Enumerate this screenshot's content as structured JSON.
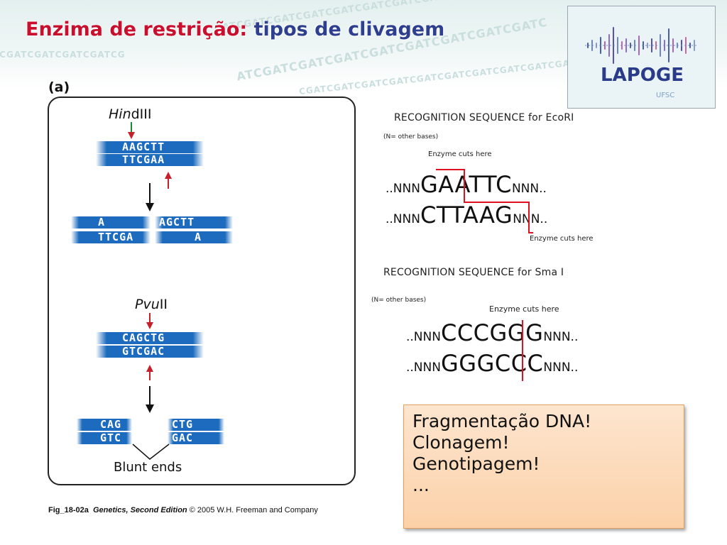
{
  "slide": {
    "title_part1": "Enzima de restrição:",
    "title_part2": "tipos de clivagem",
    "title_colors": {
      "part1": "#c8102e",
      "part2": "#2e3f8f"
    }
  },
  "logo": {
    "name": "LAPOGE",
    "subtitle": "UFSC"
  },
  "figure": {
    "panel_label": "(a)",
    "hindIII": {
      "name_italic": "Hin",
      "name_rest": "dIII",
      "top_strand": "AAGCTT",
      "bottom_strand": "TTCGAA",
      "frag_left_top": "A",
      "frag_left_bottom": "TTCGA",
      "frag_right_top": "AGCTT",
      "frag_right_bottom": "A"
    },
    "pvuII": {
      "name_italic": "Pvu",
      "name_rest": "II",
      "top_strand": "CAGCTG",
      "bottom_strand": "GTCGAC",
      "frag_left_top": "CAG",
      "frag_left_bottom": "GTC",
      "frag_right_top": "CTG",
      "frag_right_bottom": "GAC"
    },
    "blunt_label": "Blunt ends",
    "caption_id": "Fig_18-02a",
    "caption_book": "Genetics, Second Edition",
    "caption_rest": "© 2005 W.H. Freeman and Company"
  },
  "ecori": {
    "heading": "RECOGNITION SEQUENCE for EcoRI",
    "note": "(N= other bases)",
    "cut_label_top": "Enzyme cuts here",
    "cut_label_bottom": "Enzyme cuts here",
    "top_prefix": "..NNN",
    "top_seq": "GAATTC",
    "top_suffix": "NNN..",
    "bottom_prefix": "..NNN",
    "bottom_seq": "CTTAAG",
    "bottom_suffix": "NNN.."
  },
  "smai": {
    "heading": "RECOGNITION SEQUENCE for Sma I",
    "note": "(N= other bases)",
    "cut_label": "Enzyme cuts here",
    "top_prefix": "..NNN",
    "top_seq": "CCCGGG",
    "top_suffix": "NNN..",
    "bottom_prefix": "..NNN",
    "bottom_seq": "GGGCCC",
    "bottom_suffix": "NNN.."
  },
  "callout": {
    "lines": [
      "Fragmentação DNA!",
      "Clonagem!",
      "Genotipagem!",
      "..."
    ],
    "colors": {
      "fill_top": "#fde5cf",
      "fill_bottom": "#fcd1a8",
      "border": "#e0a060"
    }
  },
  "colors": {
    "dna_bar": "#1c6bbe",
    "cut_line": "#e01020",
    "arrow_red": "#c8202a",
    "arrow_green": "#1a8a3a"
  }
}
